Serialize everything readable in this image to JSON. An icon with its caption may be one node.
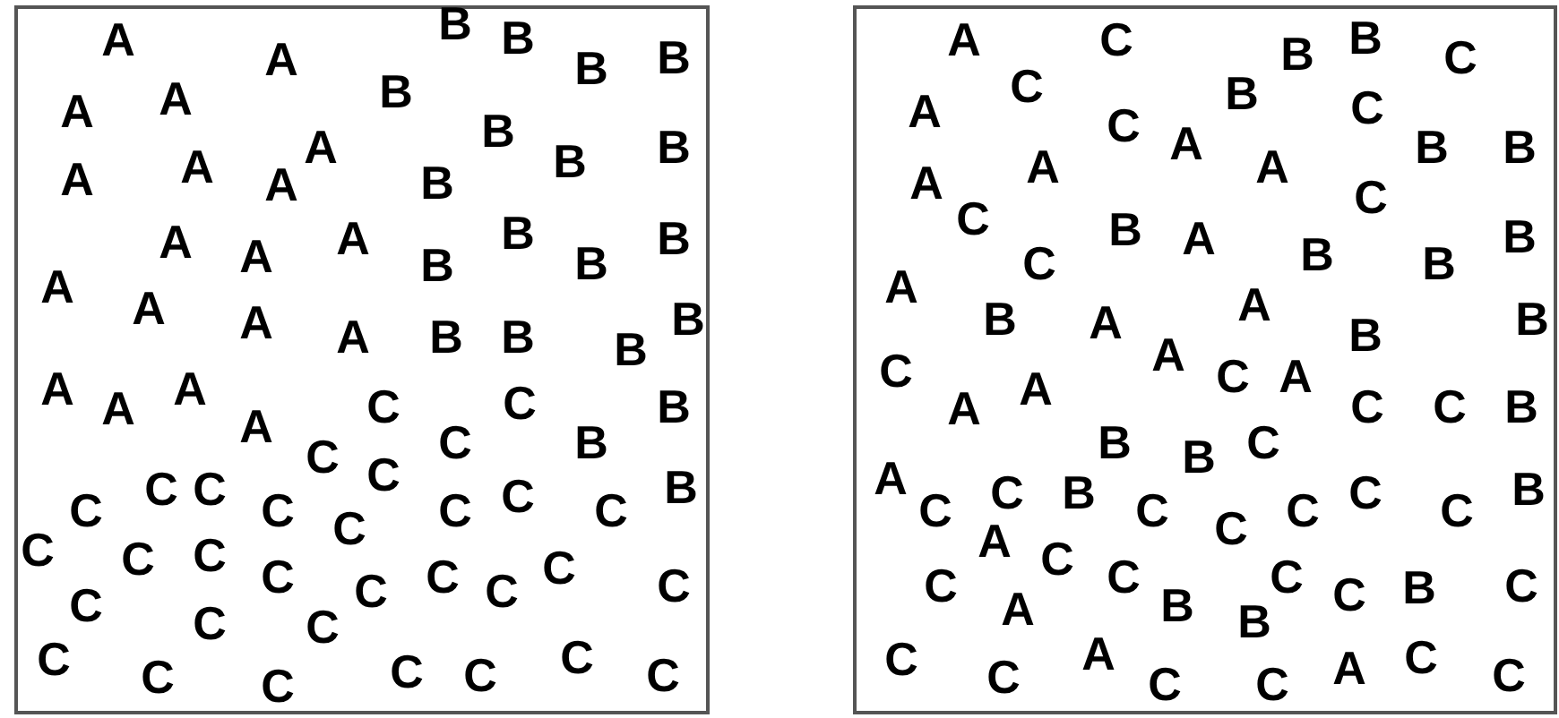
{
  "diagram": {
    "nodes": [
      {
        "text": [
          "A",
          "A",
          "B",
          "B",
          "B",
          "B",
          "A",
          "A",
          "B",
          "B",
          "B",
          "A",
          "B",
          "A",
          "A",
          "A",
          "B",
          "A",
          "A",
          "A",
          "B",
          "B",
          "B",
          "B",
          "A",
          "A",
          "A",
          "A",
          "B",
          "B",
          "B",
          "B",
          "A",
          "A",
          "A",
          "A",
          "C",
          "C",
          "B",
          "C",
          "B",
          "C",
          "C",
          "C",
          "C",
          "C",
          "C",
          "C",
          "C",
          "C",
          "B",
          "C",
          "C",
          "C",
          "C",
          "C",
          "C",
          "C",
          "C",
          "C",
          "C",
          "C",
          "C",
          "C",
          "C",
          "C",
          "C",
          "C",
          "C",
          "C",
          "C"
        ]
      },
      {
        "text": [
          "A",
          "C",
          "B",
          "B",
          "C",
          "C",
          "B",
          "A",
          "C",
          "A",
          "C",
          "B",
          "B",
          "A",
          "A",
          "A",
          "C",
          "C",
          "B",
          "A",
          "B",
          "B",
          "B",
          "A",
          "C",
          "B",
          "A",
          "A",
          "B",
          "B",
          "C",
          "A",
          "C",
          "A",
          "A",
          "A",
          "C",
          "C",
          "B",
          "B",
          "B",
          "C",
          "A",
          "C",
          "C",
          "B",
          "C",
          "C",
          "C",
          "C",
          "C",
          "B",
          "A",
          "C",
          "C",
          "C",
          "C",
          "C",
          "B",
          "C",
          "B",
          "A",
          "B",
          "A",
          "C",
          "C",
          "C",
          "C",
          "A",
          "C",
          "C"
        ]
      }
    ]
  }
}
